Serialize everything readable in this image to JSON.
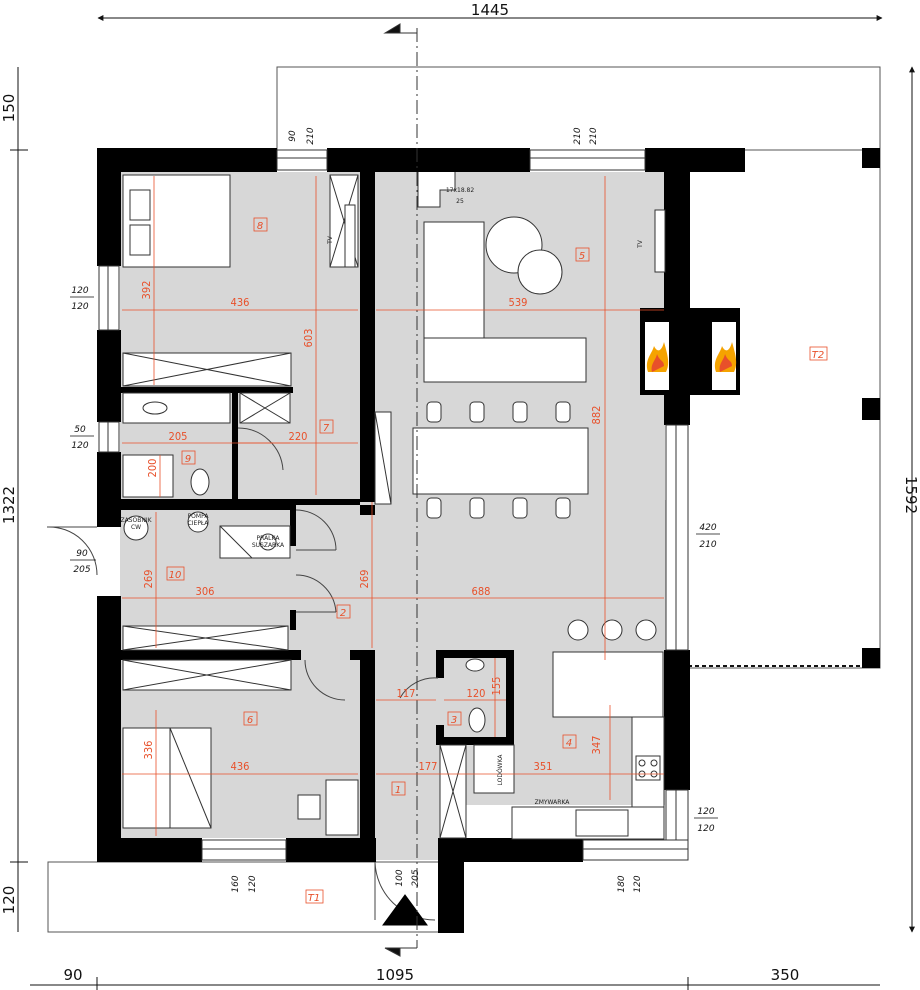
{
  "overall": {
    "top_width": "1445",
    "bottom_left": "90",
    "bottom_middle": "1095",
    "bottom_right": "350",
    "left_top": "150",
    "left_height": "1322",
    "left_bottom": "120",
    "right_height": "1592"
  },
  "rooms": [
    {
      "id": "room-8",
      "number": "8"
    },
    {
      "id": "room-5",
      "number": "5"
    },
    {
      "id": "room-7",
      "number": "7"
    },
    {
      "id": "room-9",
      "number": "9"
    },
    {
      "id": "room-10",
      "number": "10"
    },
    {
      "id": "room-2",
      "number": "2"
    },
    {
      "id": "room-6",
      "number": "6"
    },
    {
      "id": "room-3",
      "number": "3"
    },
    {
      "id": "room-4",
      "number": "4"
    },
    {
      "id": "room-1",
      "number": "1"
    },
    {
      "id": "room-T1",
      "number": "T1"
    },
    {
      "id": "room-T2",
      "number": "T2"
    }
  ],
  "dims": {
    "r8_h": "392",
    "r8_w": "436",
    "r7_h": "603",
    "r5_w": "539",
    "r5_h": "882",
    "r9_w": "205",
    "r9_h": "200",
    "r7_w": "220",
    "r10_h": "269",
    "r10_w": "306",
    "r2_h": "269",
    "r2_w": "688",
    "r6_h": "336",
    "r6_w": "436",
    "r1_a": "117",
    "r3_w": "120",
    "r3_h": "155",
    "r1_b": "177",
    "r4_w": "351",
    "r4_h": "347"
  },
  "openings": {
    "w_top_left_a": "90",
    "w_top_left_b": "210",
    "w_top_right_a": "210",
    "w_top_right_b": "210",
    "w_left_1a": "120",
    "w_left_1b": "120",
    "w_left_2a": "50",
    "w_left_2b": "120",
    "door_left_a": "90",
    "door_left_b": "205",
    "w_right_a": "420",
    "w_right_b": "210",
    "w_right_k_a": "120",
    "w_right_k_b": "120",
    "w_bottom_left_a": "160",
    "w_bottom_left_b": "120",
    "door_main_a": "100",
    "door_main_b": "205",
    "w_bottom_right_a": "180",
    "w_bottom_right_b": "120"
  },
  "labels": {
    "stairs_a": "17x18.82",
    "stairs_b": "25",
    "tv": "TV",
    "tank": "ZASOBNIK\nCW",
    "pump": "POMPA\nCIEPŁA",
    "washer": "PRALKA\nSUSZARKA",
    "fridge": "LODÓWKA",
    "dishwasher": "ZMYWARKA"
  },
  "colors": {
    "wall": "#000000",
    "floor": "#d7d7d7",
    "dimension": "#e8502a",
    "line": "#333333"
  }
}
